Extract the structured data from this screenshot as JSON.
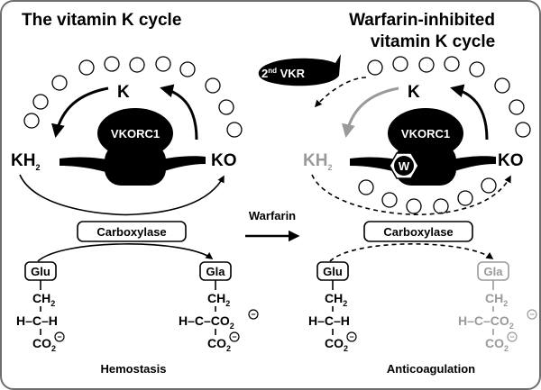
{
  "left": {
    "title": "The vitamin K cycle",
    "k": "K",
    "kh2": "KH",
    "kh2_sub": "2",
    "ko": "KO",
    "enzyme": "VKORC1",
    "carboxylase": "Carboxylase",
    "glu": "Glu",
    "gla": "Gla",
    "outcome": "Hemostasis"
  },
  "right": {
    "title_line1": "Warfarin-inhibited",
    "title_line2": "vitamin K cycle",
    "vkr_prefix": "2",
    "vkr_sup": "nd",
    "vkr_suffix": " VKR",
    "k": "K",
    "kh2": "KH",
    "kh2_sub": "2",
    "ko": "KO",
    "enzyme": "VKORC1",
    "inhibitor": "W",
    "carboxylase": "Carboxylase",
    "glu": "Glu",
    "gla": "Gla",
    "outcome": "Anticoagulation"
  },
  "center": {
    "warfarin": "Warfarin"
  },
  "chem": {
    "ch2": "CH",
    "ch2_sub": "2",
    "h_c_h": "H–C–H",
    "h_c_co2": "H–C–CO",
    "co2": "CO",
    "sub2": "2",
    "minus": "−"
  },
  "colors": {
    "ink": "#000000",
    "inactive": "#9a9a9a",
    "frame": "#6e6e6e"
  }
}
